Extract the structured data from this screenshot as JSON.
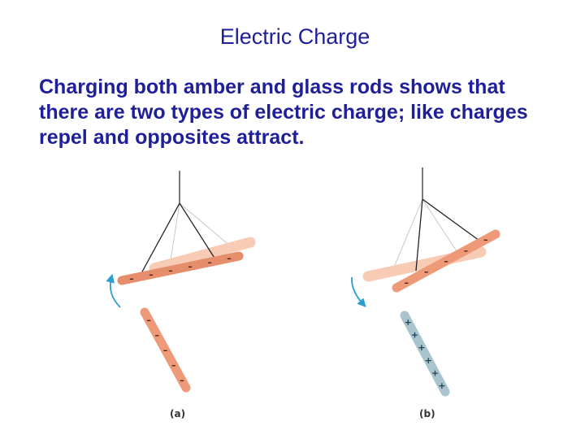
{
  "slide": {
    "title": "Electric Charge",
    "body": "Charging both amber and glass rods shows that there are two types of electric charge; like charges repel and opposites attract."
  },
  "figure": {
    "panel_a": {
      "label": "(a)",
      "upper_rod_charges": [
        "–",
        "–",
        "–",
        "–",
        "–",
        "–"
      ],
      "lower_rod_charges": [
        "–",
        "–",
        "–",
        "–",
        "–"
      ]
    },
    "panel_b": {
      "label": "(b)",
      "upper_rod_charges": [
        "–",
        "–",
        "–",
        "–",
        "–"
      ],
      "lower_rod_charges": [
        "+",
        "+",
        "+",
        "+",
        "+",
        "+"
      ]
    },
    "colors": {
      "amber_rod": "#ee9a78",
      "amber_rod_ghost": "#f8cbb4",
      "glass_rod": "#b7cdd6",
      "arrow": "#2a9fd0",
      "string": "#222222",
      "string_ghost": "#c8c8c8"
    }
  }
}
